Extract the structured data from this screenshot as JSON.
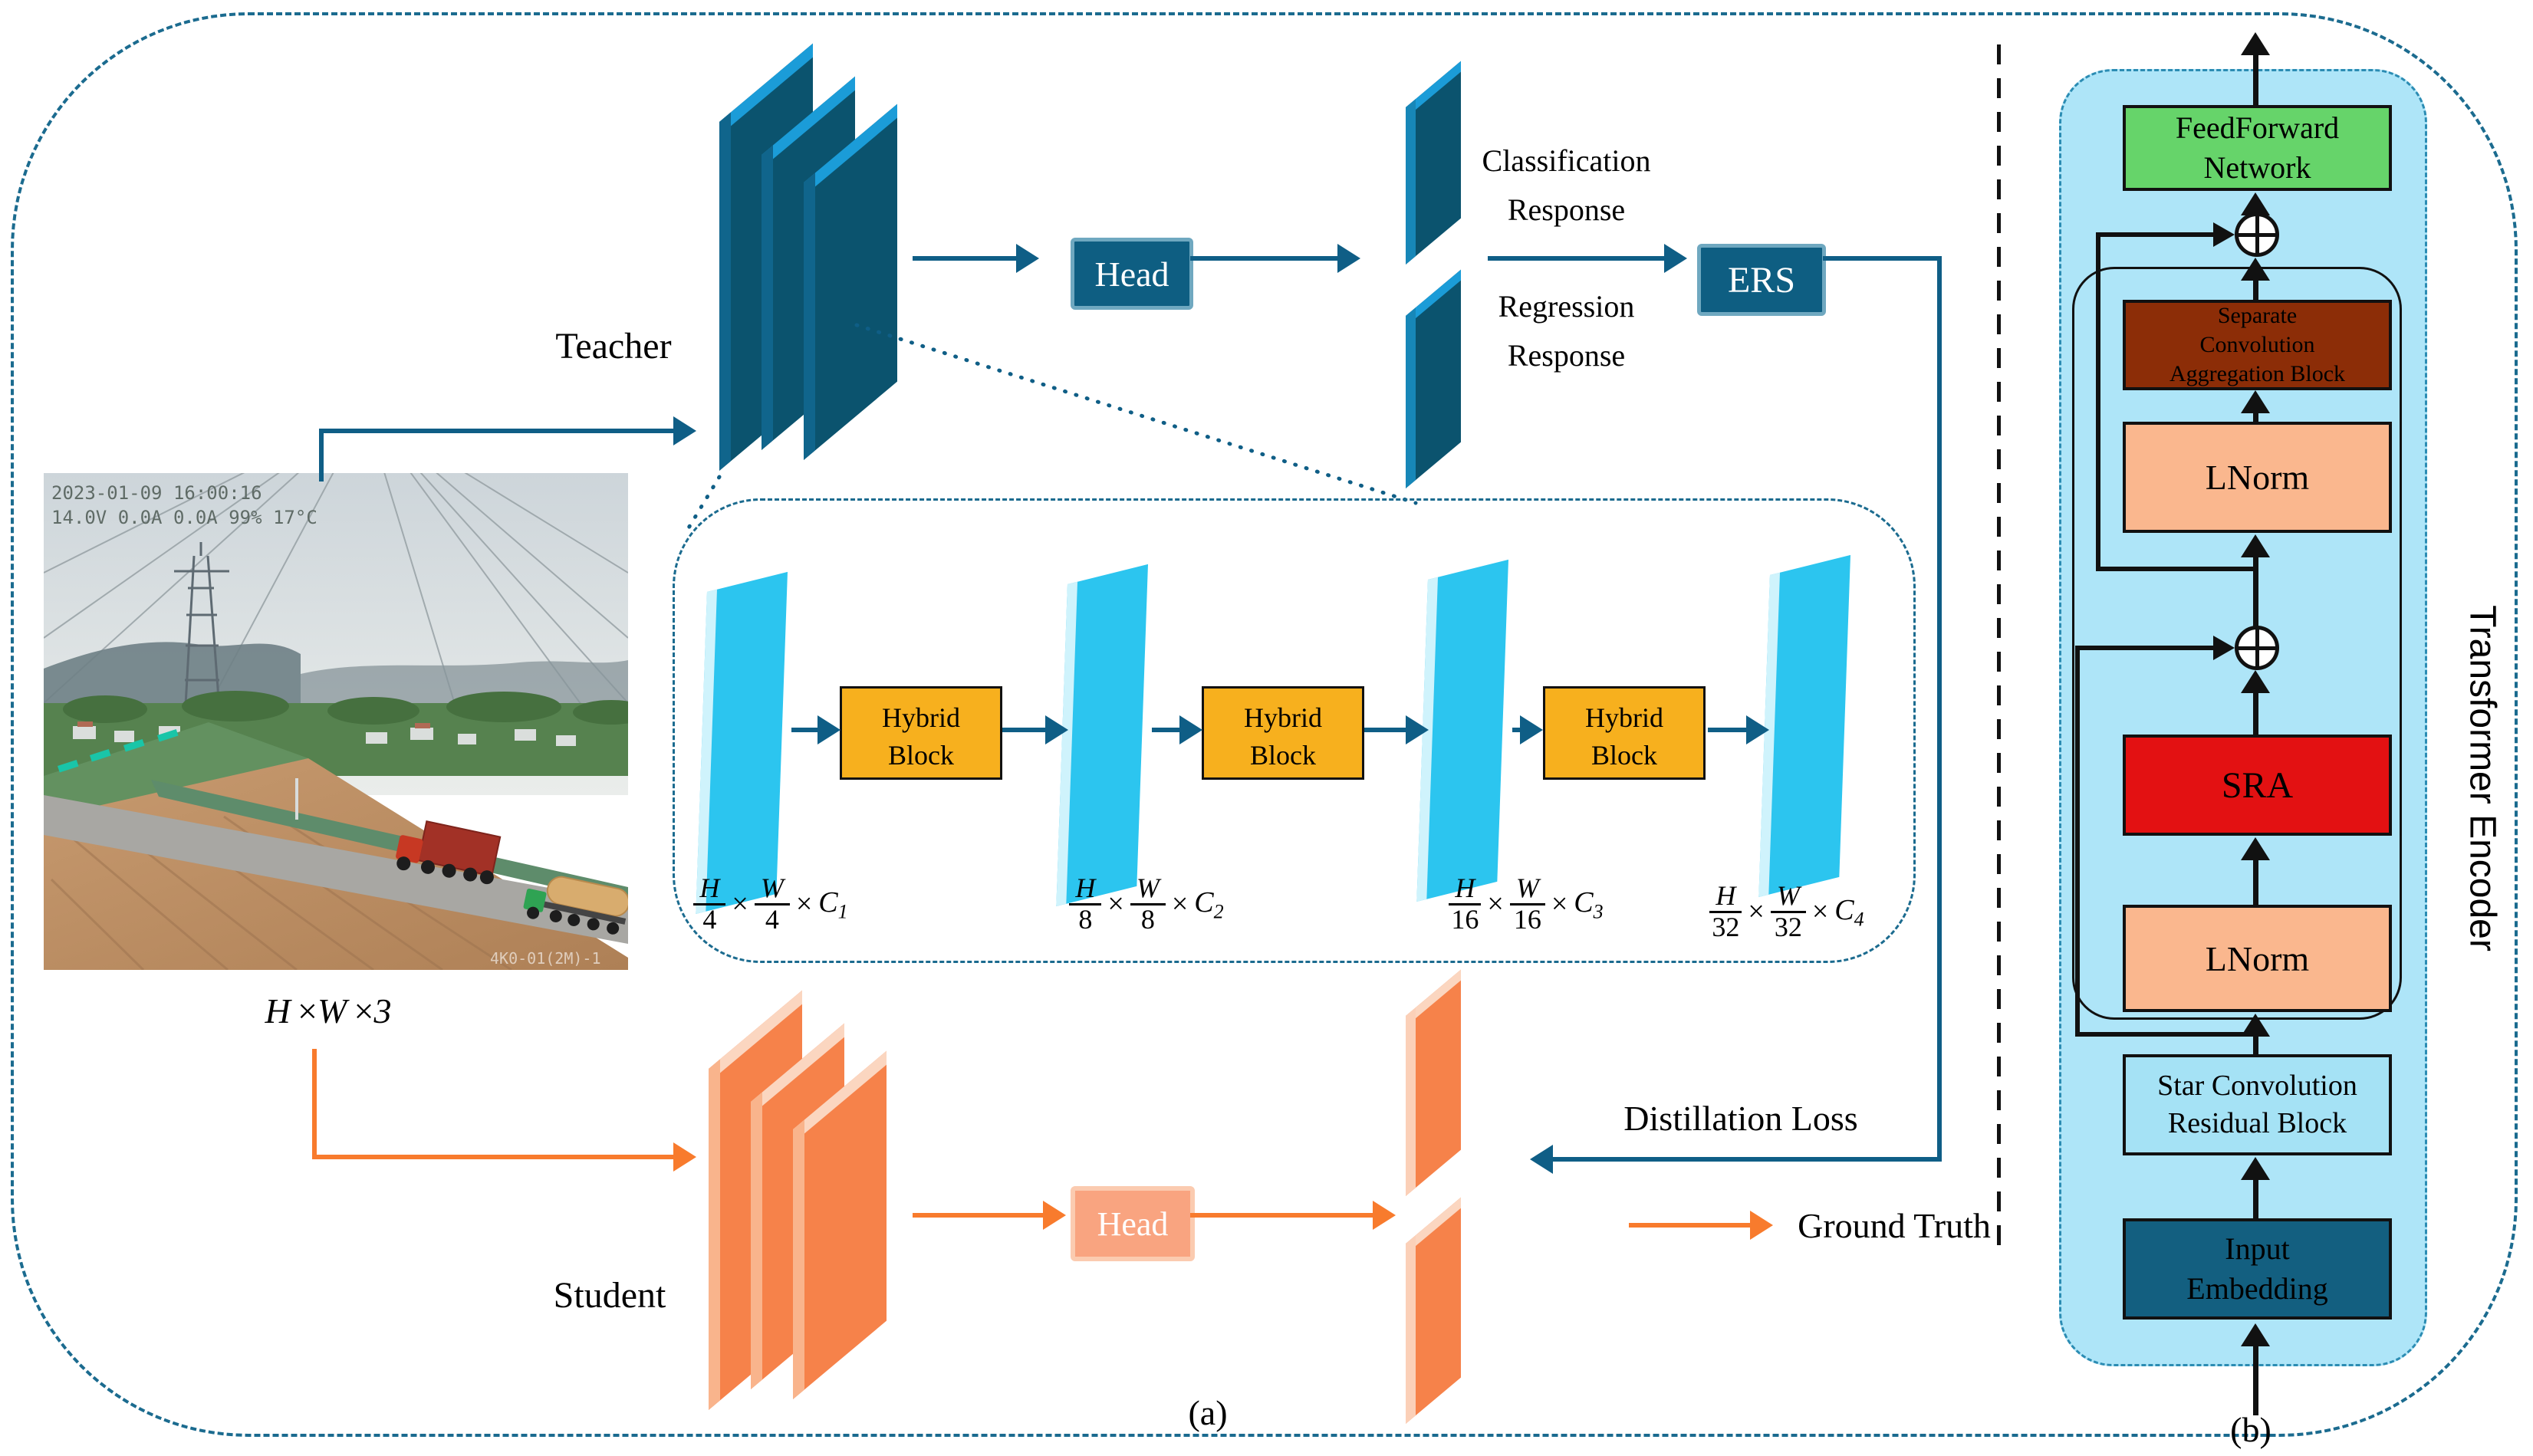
{
  "figure": {
    "label_a": "(a)",
    "label_b": "(b)"
  },
  "photo": {
    "timestamp_line1": "2023-01-09 16:00:16",
    "timestamp_line2": "14.0V 0.0A 0.0A 99% 17°C",
    "watermark": "4K0-01(2M)-1",
    "dim_label": {
      "h": "H",
      "times": "×",
      "w": "W",
      "channels": "3"
    }
  },
  "teacher": {
    "label": "Teacher",
    "head": "Head",
    "output_top_line1": "Classification",
    "output_top_line2": "Response",
    "output_bottom_line1": "Regression",
    "output_bottom_line2": "Response",
    "ers": "ERS"
  },
  "student": {
    "label": "Student",
    "head": "Head",
    "ground_truth": "Ground Truth",
    "distillation_loss": "Distillation Loss"
  },
  "backbone": {
    "hybrid_line1": "Hybrid",
    "hybrid_line2": "Block",
    "times": "×",
    "stages": [
      {
        "num_h": "H",
        "den_h": "4",
        "num_w": "W",
        "den_w": "4",
        "c": "C",
        "sub": "1"
      },
      {
        "num_h": "H",
        "den_h": "8",
        "num_w": "W",
        "den_w": "8",
        "c": "C",
        "sub": "2"
      },
      {
        "num_h": "H",
        "den_h": "16",
        "num_w": "W",
        "den_w": "16",
        "c": "C",
        "sub": "3"
      },
      {
        "num_h": "H",
        "den_h": "32",
        "num_w": "W",
        "den_w": "32",
        "c": "C",
        "sub": "4"
      }
    ]
  },
  "encoder": {
    "title": "Transformer Encoder",
    "feedforward_line1": "FeedForward",
    "feedforward_line2": "Network",
    "scab_line1": "Separate",
    "scab_line2": "Convolution",
    "scab_line3": "Aggregation Block",
    "lnorm_top": "LNorm",
    "sra": "SRA",
    "lnorm_bottom": "LNorm",
    "scrb_line1": "Star Convolution",
    "scrb_line2": "Residual Block",
    "input_line1": "Input",
    "input_line2": "Embedding"
  },
  "colors": {
    "teal_line": "#0F5E86",
    "teal_slab_face": "#0B536E",
    "teal_slab_top": "#1B9CD8",
    "orange_line": "#F87B2D",
    "orange_slab_face": "#F6824A",
    "head_teacher_fill": "#0E5E82",
    "head_student_fill": "#F9A480",
    "hybrid_fill": "#F7B01E",
    "cyan_slab": "#2CC5EF",
    "encoder_bg": "#AEE5F8",
    "feedforward_green": "#66D46A",
    "scab_brown": "#8C2D07",
    "lnorm_peach": "#FAB78E",
    "sra_red": "#E31112",
    "scrb_blue": "#A5E2F5",
    "input_embedding_blue": "#135F80"
  }
}
